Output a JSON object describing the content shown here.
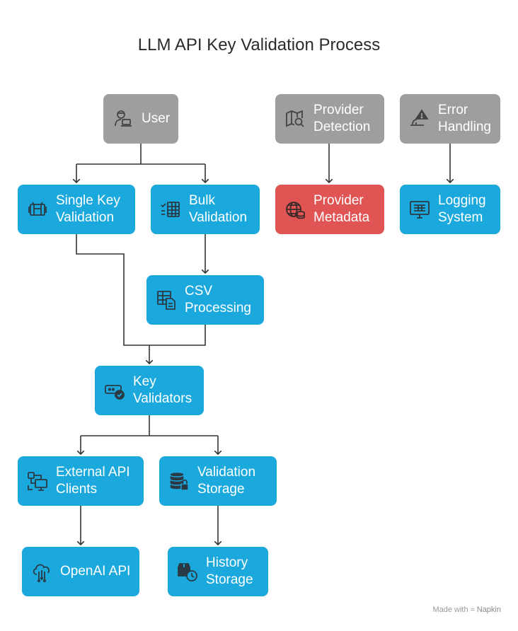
{
  "title": "LLM API Key Validation Process",
  "nodes": {
    "user": "User",
    "provider_detection": "Provider\nDetection",
    "error_handling": "Error\nHandling",
    "single_key_validation": "Single Key\nValidation",
    "bulk_validation": "Bulk\nValidation",
    "provider_metadata": "Provider\nMetadata",
    "logging_system": "Logging\nSystem",
    "csv_processing": "CSV\nProcessing",
    "key_validators": "Key\nValidators",
    "external_api_clients": "External API\nClients",
    "validation_storage": "Validation\nStorage",
    "openai_api": "OpenAI API",
    "history_storage": "History\nStorage"
  },
  "icons": {
    "user": "user-laptop-icon",
    "provider_detection": "map-search-icon",
    "error_handling": "hard-hat-warning-icon",
    "single_key_validation": "key-card-icon",
    "bulk_validation": "checklist-table-icon",
    "provider_metadata": "globe-database-icon",
    "logging_system": "monitor-grid-icon",
    "csv_processing": "table-file-icon",
    "key_validators": "password-check-icon",
    "external_api_clients": "network-devices-icon",
    "validation_storage": "database-lock-icon",
    "openai_api": "cloud-circuit-icon",
    "history_storage": "box-clock-icon"
  },
  "colors": {
    "gray": "#9e9e9e",
    "blue": "#1ba9dd",
    "red": "#e05554",
    "connector": "#333333"
  },
  "footer": {
    "made_with": "Made with",
    "brand": "Napkin"
  }
}
